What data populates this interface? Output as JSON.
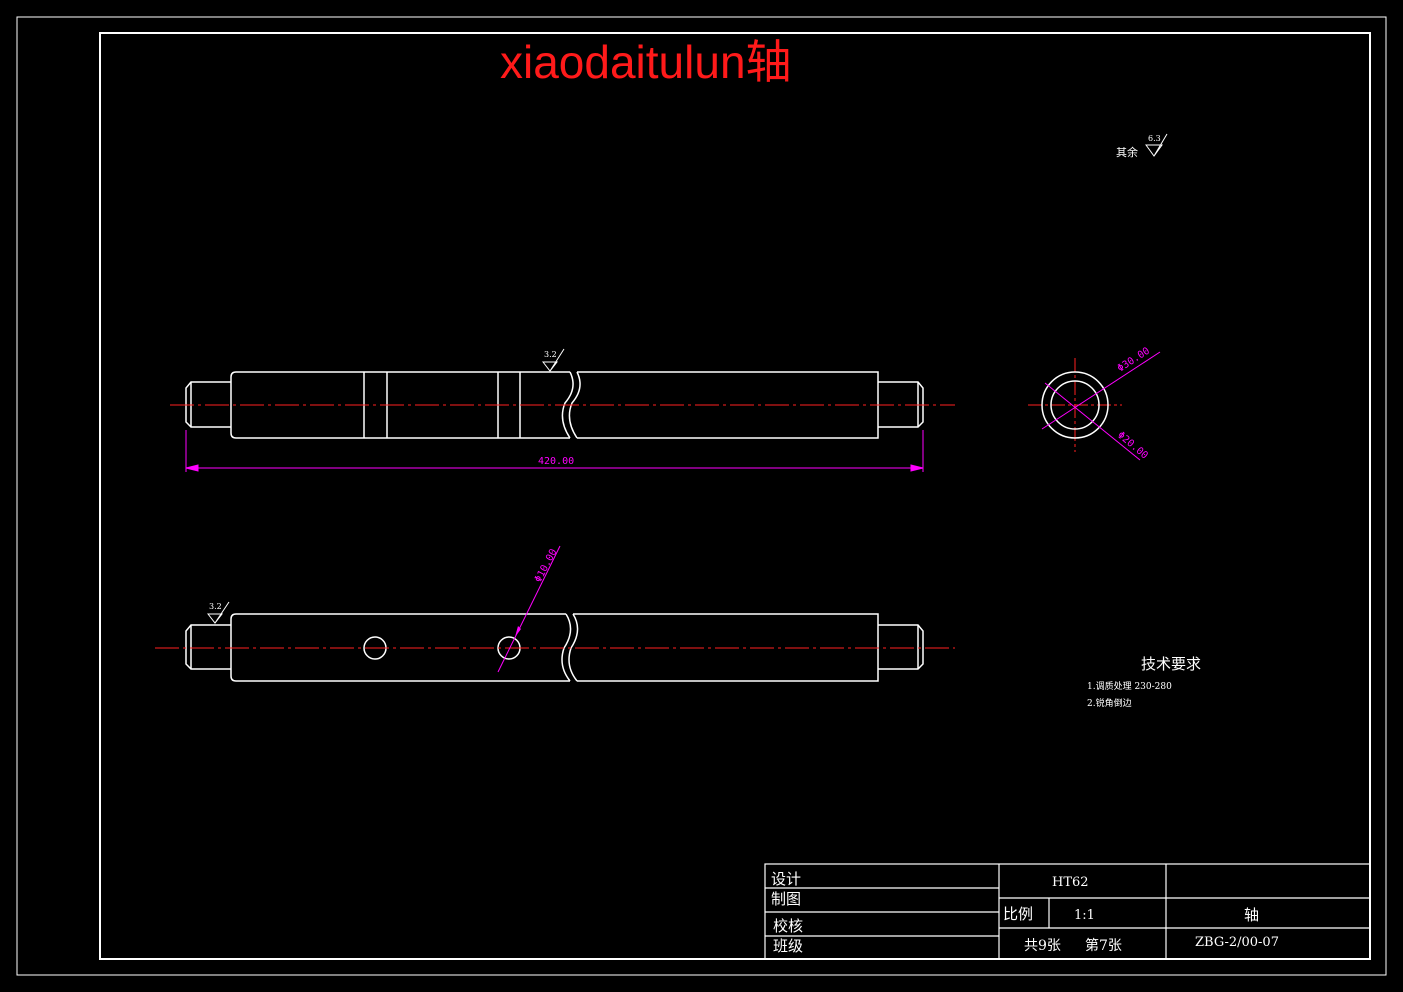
{
  "drawing": {
    "title": "xiaodaitulun轴",
    "surface_finish": {
      "general_label": "其余",
      "general_value": "6.3",
      "top_view_value": "3.2",
      "bottom_view_value": "3.2"
    },
    "dimensions": {
      "overall_length": "420.00",
      "outer_diameter": "Φ30.00",
      "inner_diameter": "Φ20.00",
      "hole_diameter": "Φ10.00"
    },
    "technical_requirements": {
      "heading": "技术要求",
      "items": [
        "1.调质处理 230-280",
        "2.锐角倒边"
      ]
    },
    "title_block": {
      "design_label": "设计",
      "drafting_label": "制图",
      "check_label": "校核",
      "class_label": "班级",
      "material": "HT62",
      "scale_label": "比例",
      "scale_value": "1:1",
      "sheet_total": "共9张",
      "sheet_current": "第7张",
      "part_name": "轴",
      "drawing_number": "ZBG-2/00-07"
    }
  },
  "colors": {
    "background": "#000000",
    "outline": "#ffffff",
    "centerline": "#ff2020",
    "dimension": "#ff00ff",
    "title": "#ff1a1a"
  }
}
